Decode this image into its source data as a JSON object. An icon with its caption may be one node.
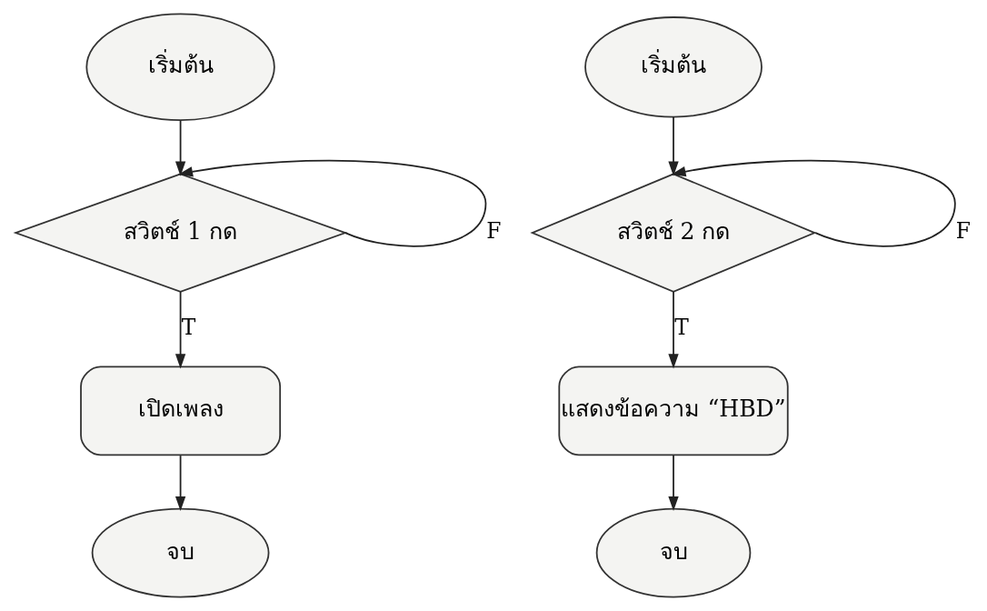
{
  "diagram": {
    "nodes": [
      {
        "text": [
          "เริ่มต้น"
        ]
      },
      {
        "text": [
          "สวิตช์ 1 กด"
        ]
      },
      {
        "text": [
          "เปิดเพลง"
        ]
      },
      {
        "text": [
          "จบ"
        ]
      },
      {
        "text": [
          "เริ่มต้น"
        ]
      },
      {
        "text": [
          "สวิตช์ 2 กด"
        ]
      },
      {
        "text": [
          "แสดงข้อความ “HBD”"
        ]
      },
      {
        "text": [
          "จบ"
        ]
      }
    ],
    "edges": [
      {
        "from": 0,
        "to": 1,
        "arrow": "to"
      },
      {
        "from": 1,
        "to": 1,
        "arrow": "to",
        "label": "F"
      },
      {
        "from": 1,
        "to": 2,
        "arrow": "to",
        "label": "T"
      },
      {
        "from": 2,
        "to": 3,
        "arrow": "to"
      },
      {
        "from": 4,
        "to": 5,
        "arrow": "to"
      },
      {
        "from": 5,
        "to": 5,
        "arrow": "to",
        "label": "F"
      },
      {
        "from": 5,
        "to": 6,
        "arrow": "to",
        "label": "T"
      },
      {
        "from": 6,
        "to": 7,
        "arrow": "to"
      }
    ]
  }
}
